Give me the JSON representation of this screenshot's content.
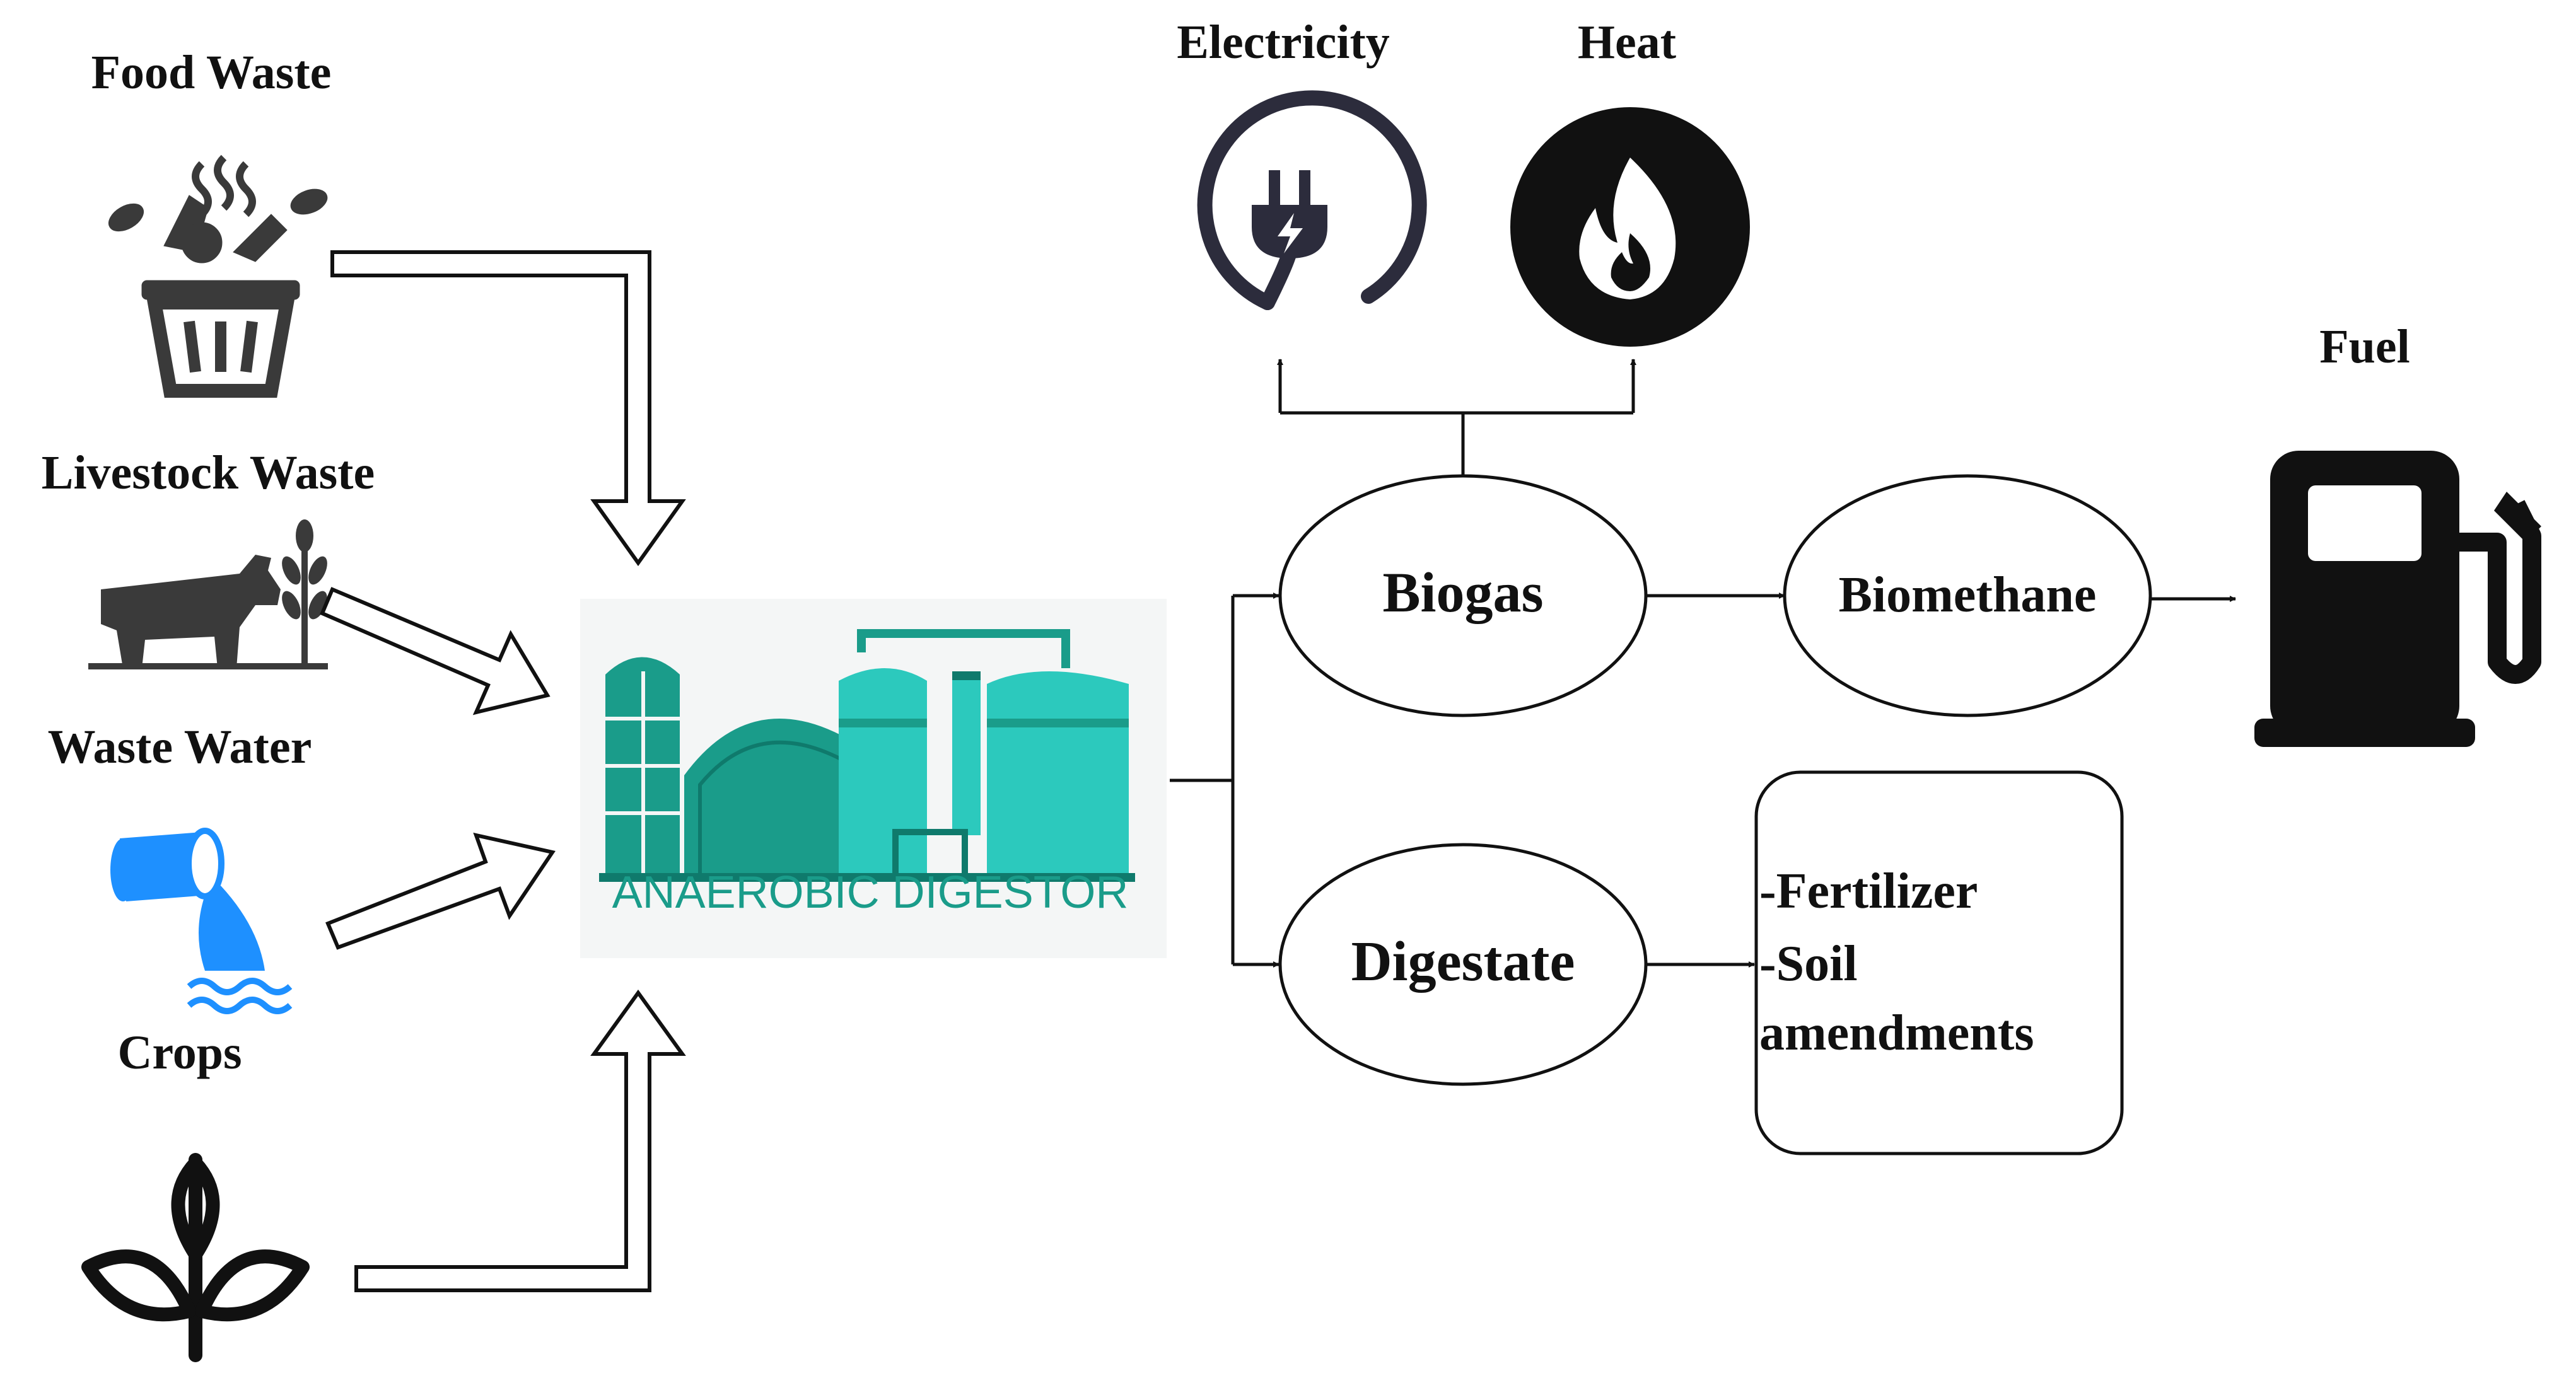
{
  "inputs": {
    "food_waste": "Food Waste",
    "livestock_waste": "Livestock Waste",
    "waste_water": "Waste Water",
    "crops": "Crops"
  },
  "digester": {
    "label": "ANAEROBIC DIGESTOR",
    "colors": {
      "primary": "#1a9c8a",
      "light": "#2cc9bd",
      "dark": "#0f7a6c"
    }
  },
  "outputs": {
    "electricity": "Electricity",
    "heat": "Heat",
    "fuel": "Fuel"
  },
  "nodes": {
    "biogas": "Biogas",
    "biomethane": "Biomethane",
    "digestate": "Digestate"
  },
  "products": {
    "line1": "-Fertilizer",
    "line2": "-Soil",
    "line3": "amendments"
  },
  "icons": [
    "trash-can-icon",
    "cow-icon",
    "wheat-icon",
    "water-pipe-icon",
    "plant-icon",
    "power-plug-icon",
    "flame-icon",
    "fuel-pump-icon"
  ],
  "colors": {
    "pipe": "#1e90ff",
    "ink": "#111111",
    "icon": "#3a3a3a"
  }
}
